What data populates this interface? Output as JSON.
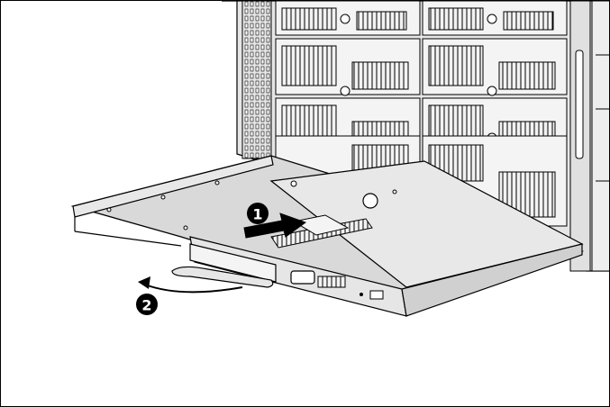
{
  "figure": {
    "callouts": [
      {
        "label": "1",
        "meaning": "slide-in-direction"
      },
      {
        "label": "2",
        "meaning": "rotate-lever"
      }
    ],
    "colors": {
      "line": "#000000",
      "enclosure_face": "#e6e6e6",
      "tray": "#d9d9d9",
      "tray_top": "#e8e8e8",
      "callout_fill": "#000000",
      "callout_text": "#ffffff"
    }
  }
}
